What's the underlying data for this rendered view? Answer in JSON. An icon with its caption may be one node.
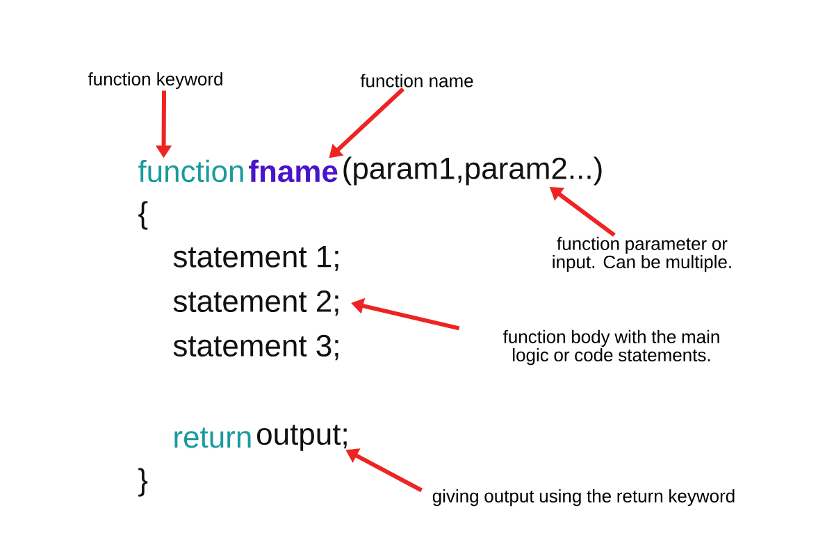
{
  "diagram": {
    "nodes": [
      {
        "text": [
          "function keyword"
        ]
      },
      {
        "text": [
          "function name"
        ]
      },
      {
        "text": [
          "function"
        ]
      },
      {
        "text": [
          "fname"
        ]
      },
      {
        "text": [
          "(param1,param2...)"
        ]
      },
      {
        "text": [
          "function parameter or input. Can be multiple."
        ]
      },
      {
        "text": [
          "statement 2;"
        ]
      },
      {
        "text": [
          "function body with the main logic or code statements."
        ]
      },
      {
        "text": [
          "output;"
        ]
      },
      {
        "text": [
          "giving output using the return keyword"
        ]
      }
    ],
    "edges": [
      {
        "from": 0,
        "to": 2,
        "arrow": "to"
      },
      {
        "from": 1,
        "to": 3,
        "arrow": "to"
      },
      {
        "from": 5,
        "to": 4,
        "arrow": "to"
      },
      {
        "from": 7,
        "to": 6,
        "arrow": "to"
      },
      {
        "from": 9,
        "to": 8,
        "arrow": "to"
      }
    ],
    "labels": [
      "{",
      "statement 1;",
      "statement 3;",
      "return",
      "}"
    ]
  }
}
